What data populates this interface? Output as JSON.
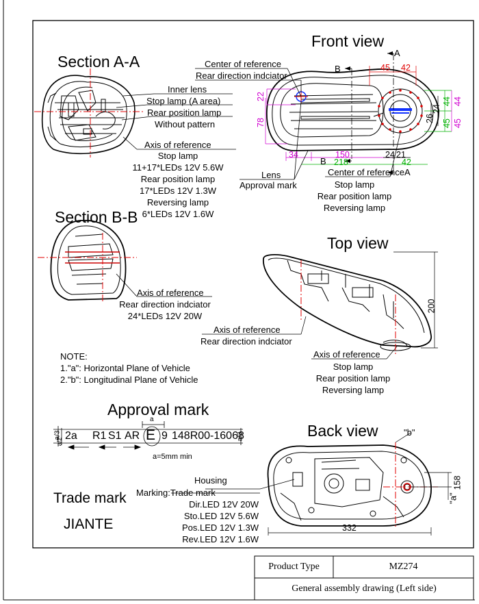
{
  "views": {
    "front": "Front view",
    "section_aa": "Section A-A",
    "section_bb": "Section B-B",
    "top": "Top view",
    "back": "Back view",
    "approval": "Approval mark"
  },
  "labels": {
    "center_ref": "Center of reference",
    "rear_dir_ind": "Rear direction indciator",
    "inner_lens": "Inner lens",
    "stop_lamp_a": "Stop lamp (A area)",
    "rear_pos_lamp": "Rear position lamp",
    "without_pattern": "Without pattern",
    "axis_ref": "Axis of reference",
    "lens": "Lens",
    "approval_mark_lbl": "Approval mark",
    "stop_lamp": "Stop lamp",
    "reversing_lamp": "Reversing lamp",
    "leds_stop": "11+17*LEDs 12V 5.6W",
    "leds_pos": "17*LEDs 12V 1.3W",
    "leds_rev": "6*LEDs 12V 1.6W",
    "leds_dir": "24*LEDs 12V 20W"
  },
  "section_markers": {
    "a_top": "A",
    "b_top": "B",
    "a_bottom": "A",
    "b_bottom": "B"
  },
  "dims": {
    "front": {
      "d45": "45",
      "d42": "42",
      "d22": "22",
      "d78": "78",
      "d44a": "44",
      "d44b": "44",
      "d24": "24",
      "d26": "26",
      "d45a": "45",
      "d45b": "45",
      "d34": "34",
      "d150": "150",
      "d218": "218",
      "d24b": "24",
      "d21": "21",
      "d42b": "42"
    },
    "top_200": "200",
    "back_158": "158",
    "back_332": "332",
    "b_quote": "\"b\"",
    "a_quote": "\"a\""
  },
  "note": {
    "heading": "NOTE:",
    "line1": "1.\"a\": Horizontal Plane of Vehicle",
    "line2": "2.\"b\": Longitudinal Plane of Vehicle"
  },
  "approval": {
    "a_top": "a",
    "a3_left": "a/3",
    "a2_left": "a/2",
    "code_2a": "2a",
    "code_r1": "R1",
    "code_s1": "S1",
    "code_ar": "AR",
    "e_letter": "E",
    "nine": "9",
    "number": "148R00-16068",
    "a3_right": "a/3",
    "amin": "a=5mm min"
  },
  "trade": {
    "label": "Trade mark",
    "name": "JIANTE"
  },
  "housing": {
    "title": "Housing",
    "marking": "Marking:Trade mark",
    "dir": "Dir.LED 12V 20W",
    "sto": "Sto.LED 12V 5.6W",
    "pos": "Pos.LED 12V 1.3W",
    "rev": "Rev.LED 12V 1.6W"
  },
  "title_block": {
    "product_type_label": "Product Type",
    "product_type_value": "MZ274",
    "drawing_title": "General assembly drawing (Left side)"
  },
  "colors": {
    "magenta": "#d000d0",
    "red": "#e00000",
    "green": "#00b000",
    "blue": "#1030ff"
  }
}
